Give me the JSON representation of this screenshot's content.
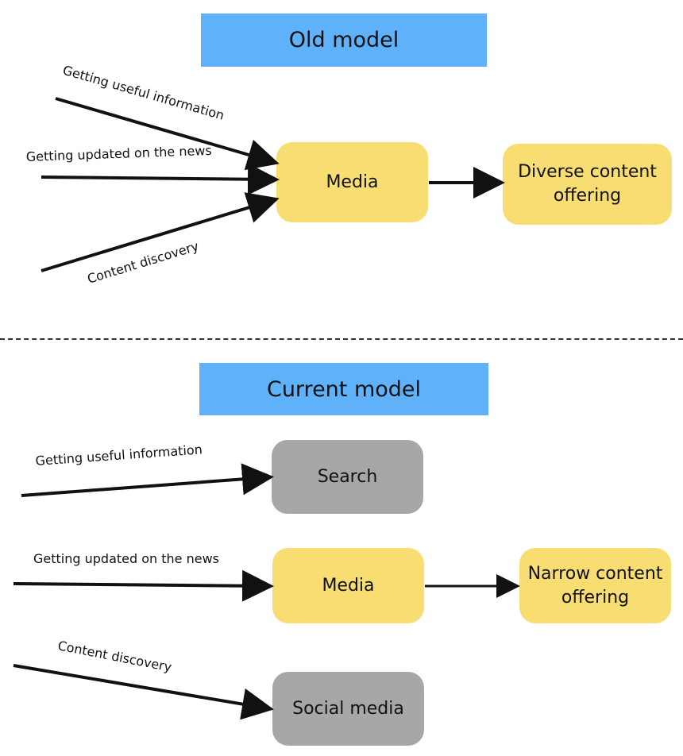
{
  "old_model": {
    "title": "Old model",
    "inputs": [
      "Getting useful information",
      "Getting updated on the news",
      "Content discovery"
    ],
    "center": "Media",
    "output": "Diverse content offering"
  },
  "current_model": {
    "title": "Current model",
    "inputs": [
      "Getting useful information",
      "Getting updated on the news",
      "Content discovery"
    ],
    "targets": [
      "Search",
      "Media",
      "Social media"
    ],
    "output": "Narrow content offering"
  },
  "colors": {
    "banner": "#5fb2f9",
    "highlight_box": "#f8de72",
    "neutral_box": "#a7a7a7"
  }
}
